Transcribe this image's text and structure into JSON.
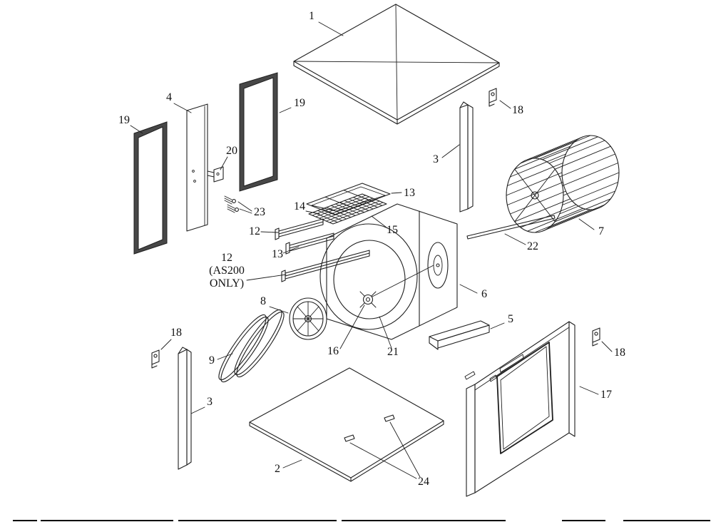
{
  "canvas": {
    "background": "#ffffff",
    "line_color": "#1f1f1f",
    "label_color": "#111111"
  },
  "callouts": [
    {
      "text": "1",
      "part": "top-panel"
    },
    {
      "text": "4",
      "part": "side-panel"
    },
    {
      "text": "19",
      "part": "screen-panel-right"
    },
    {
      "text": "19",
      "part": "screen-panel-left"
    },
    {
      "text": "18",
      "part": "hinge-bracket-top"
    },
    {
      "text": "20",
      "part": "junction-box"
    },
    {
      "text": "3",
      "part": "corner-post-upper"
    },
    {
      "text": "7",
      "part": "blower-wheel"
    },
    {
      "text": "23",
      "part": "screws"
    },
    {
      "text": "13",
      "part": "support-rail-upper"
    },
    {
      "text": "14",
      "part": "pad-grille"
    },
    {
      "text": "12",
      "part": "angle-rail-upper"
    },
    {
      "text": "15",
      "part": "pad-frame"
    },
    {
      "text": "13",
      "part": "support-rail-lower"
    },
    {
      "text": "22",
      "part": "blower-shaft"
    },
    {
      "text": "12",
      "part": "angle-rail-as200"
    },
    {
      "text": "(AS200",
      "part": "angle-rail-as200"
    },
    {
      "text": "ONLY)",
      "part": "angle-rail-as200"
    },
    {
      "text": "6",
      "part": "blower-housing"
    },
    {
      "text": "8",
      "part": "motor-pulley"
    },
    {
      "text": "5",
      "part": "support-channel"
    },
    {
      "text": "16",
      "part": "blower-pulley"
    },
    {
      "text": "21",
      "part": "blower-inlet"
    },
    {
      "text": "9",
      "part": "drive-belt"
    },
    {
      "text": "18",
      "part": "hinge-bracket-left"
    },
    {
      "text": "3",
      "part": "corner-post-lower"
    },
    {
      "text": "18",
      "part": "hinge-bracket-right"
    },
    {
      "text": "17",
      "part": "front-panel"
    },
    {
      "text": "2",
      "part": "bottom-panel"
    },
    {
      "text": "24",
      "part": "panel-clips"
    }
  ]
}
